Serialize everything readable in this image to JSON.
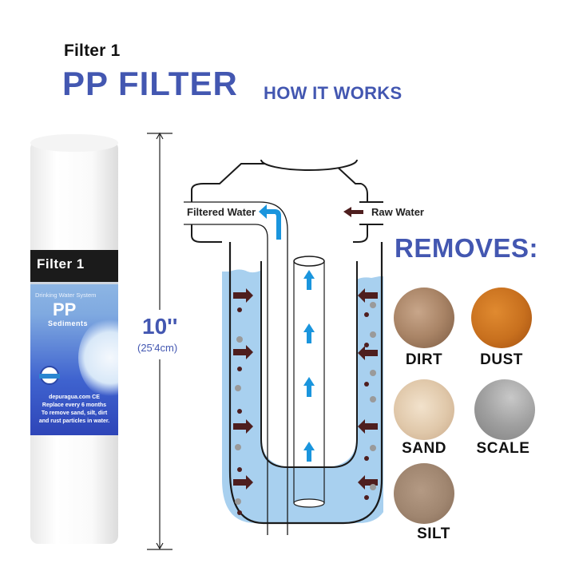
{
  "header": {
    "subtitle": "Filter 1",
    "title": "PP FILTER",
    "tagline": "HOW IT WORKS"
  },
  "cartridge": {
    "band_title": "Filter 1",
    "system": "Drinking Water System",
    "type": "PP",
    "subtype": "Sediments",
    "seal": "quality-seal",
    "footer_lines": [
      "depuragua.com CE",
      "Replace every 6 months",
      "To remove sand, silt, dirt",
      "and rust particles in water."
    ]
  },
  "dimension": {
    "value": "10''",
    "metric": "(25'4cm)"
  },
  "diagram": {
    "outlet_label": "Filtered Water",
    "inlet_label": "Raw Water",
    "colors": {
      "water": "#a8d0ef",
      "flow_arrow": "#1a95dd",
      "inflow_arrow": "#4e1e1e",
      "outline": "#1a1a1a",
      "particle_dark": "#4e1e1e",
      "particle_grey": "#9a9a9a"
    }
  },
  "removes": {
    "heading": "REMOVES:",
    "items": [
      {
        "label": "DIRT",
        "color": "#b08a6a"
      },
      {
        "label": "DUST",
        "color": "#c8701e"
      },
      {
        "label": "SAND",
        "color": "#e0c8aa"
      },
      {
        "label": "SCALE",
        "color": "#9c9c9c"
      },
      {
        "label": "SILT",
        "color": "#a08670"
      }
    ]
  },
  "theme": {
    "accent": "#4357b1"
  }
}
